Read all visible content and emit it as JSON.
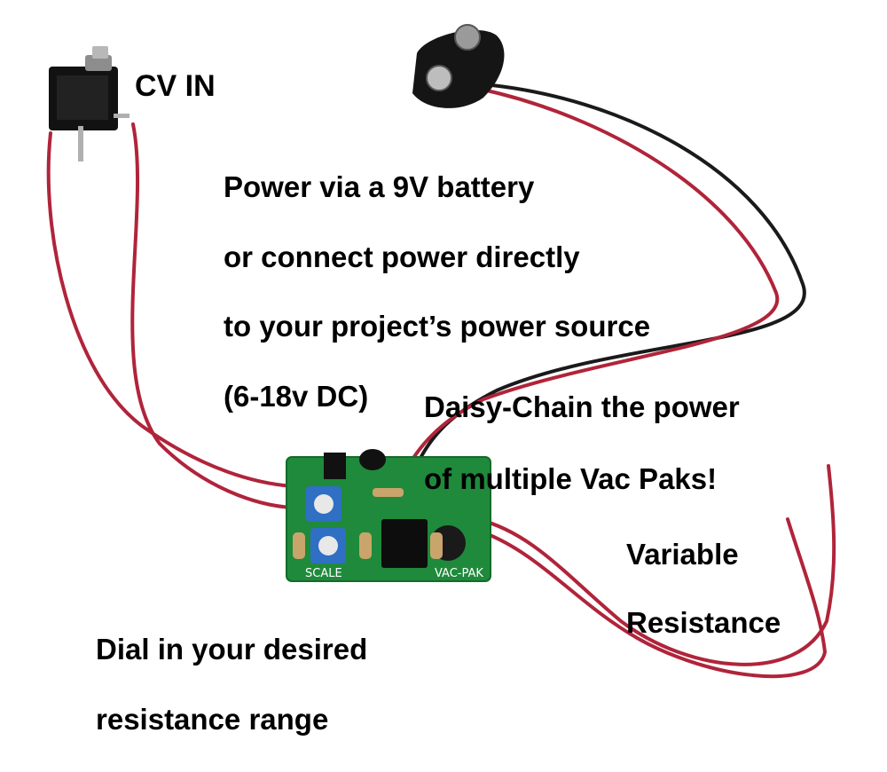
{
  "labels": {
    "cv_in": "CV IN",
    "power_line1": "Power via a 9V battery",
    "power_line2": "or connect power directly",
    "power_line3": "to your project’s power source",
    "power_line4": "(6-18v DC)",
    "daisy_line1": "Daisy-Chain the power",
    "daisy_line2": "of multiple Vac Paks!",
    "variable_line1": "Variable",
    "variable_line2": "Resistance",
    "dial_line1": "Dial in your desired",
    "dial_line2": "resistance range"
  },
  "board": {
    "scale_label": "SCALE",
    "name_label": "VAC-PAK"
  },
  "colors": {
    "background": "#ffffff",
    "pcb": "#1f8a3b",
    "wire_red": "#b0243a",
    "wire_black": "#1a1a1a",
    "text": "#000000"
  }
}
